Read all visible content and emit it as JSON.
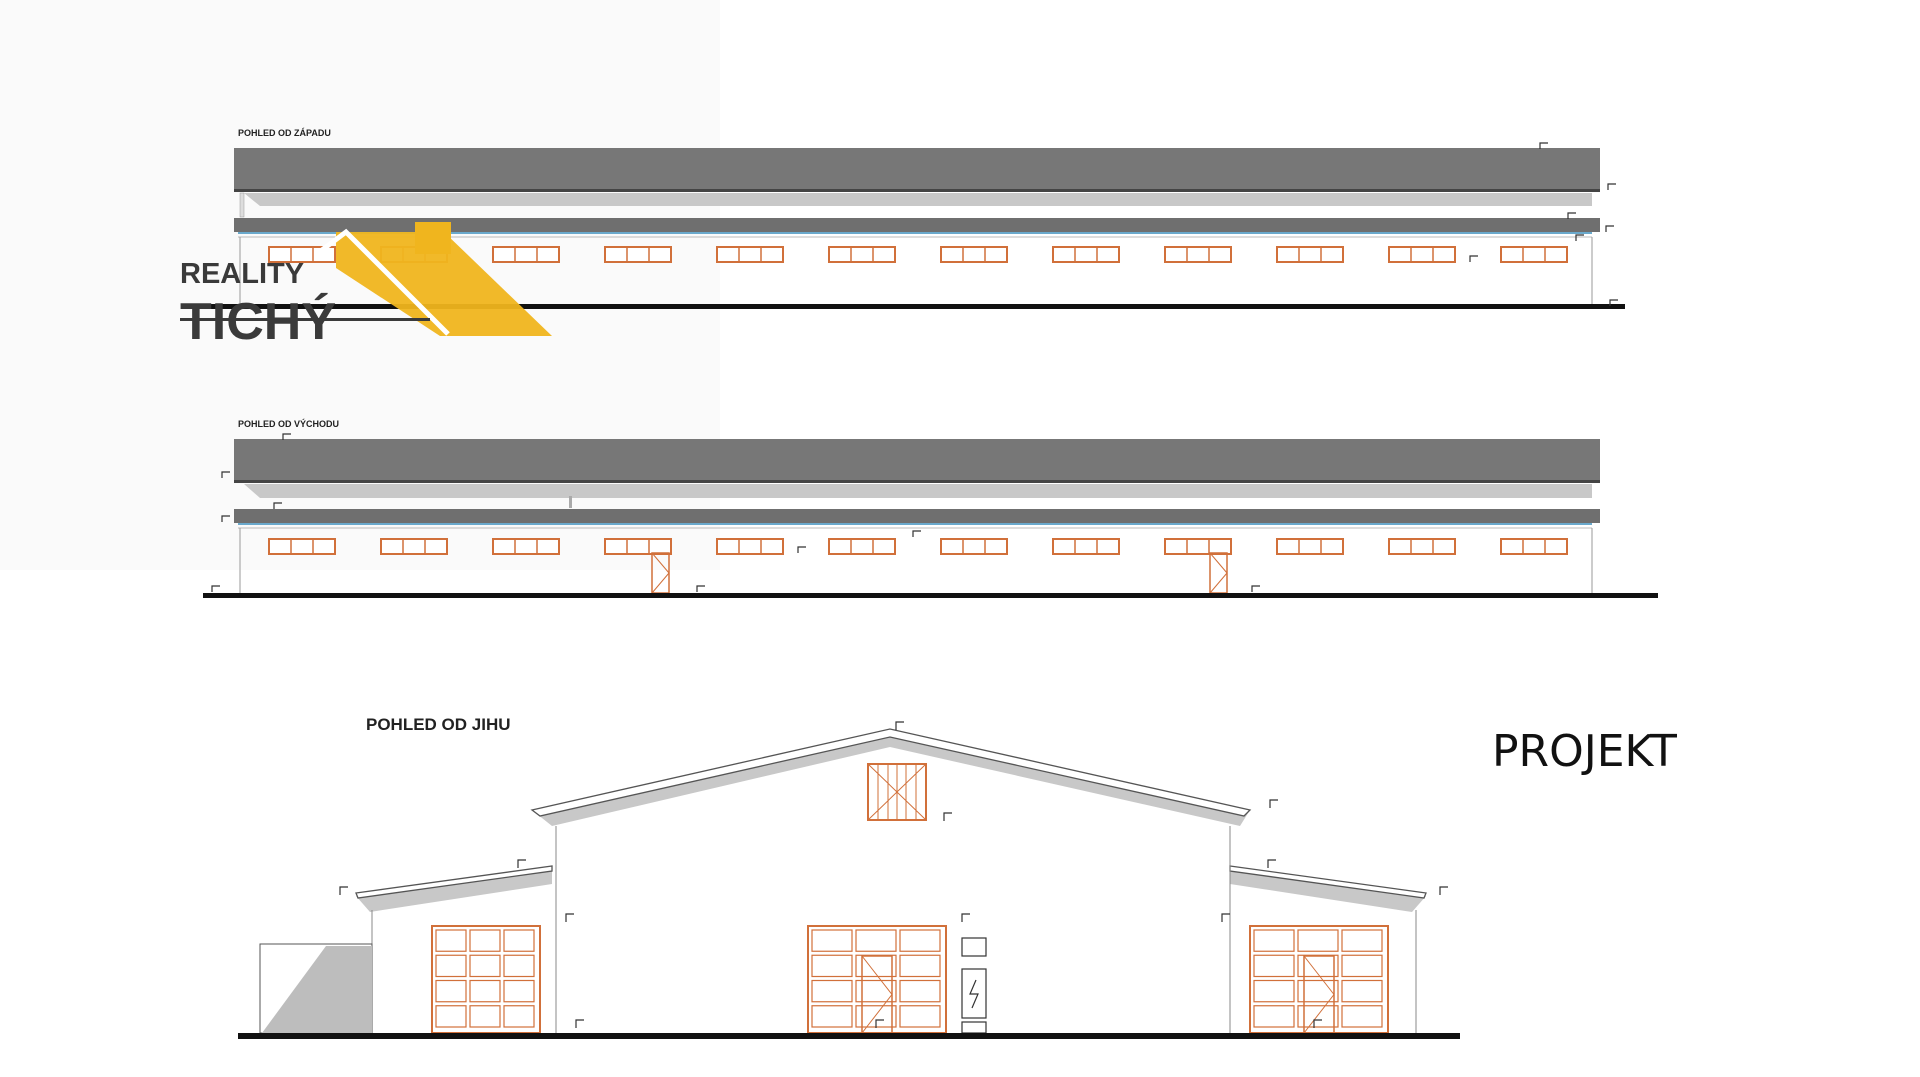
{
  "drawing": {
    "title_west": "POHLED OD ZÁPADU",
    "title_east": "POHLED OD VÝCHODU",
    "title_south": "POHLED OD JIHU",
    "stamp": "PROJEKT"
  },
  "logo": {
    "line1": "REALITY",
    "line2": "TICHÝ",
    "accent_color": "#f0b51e",
    "text_color": "#3a3a3a"
  },
  "colors": {
    "roof": "#777777",
    "eave_shadow": "#c4c4c4",
    "window_frame": "#d1703a",
    "gutter": "#6aa9cc",
    "ground": "#111111"
  }
}
